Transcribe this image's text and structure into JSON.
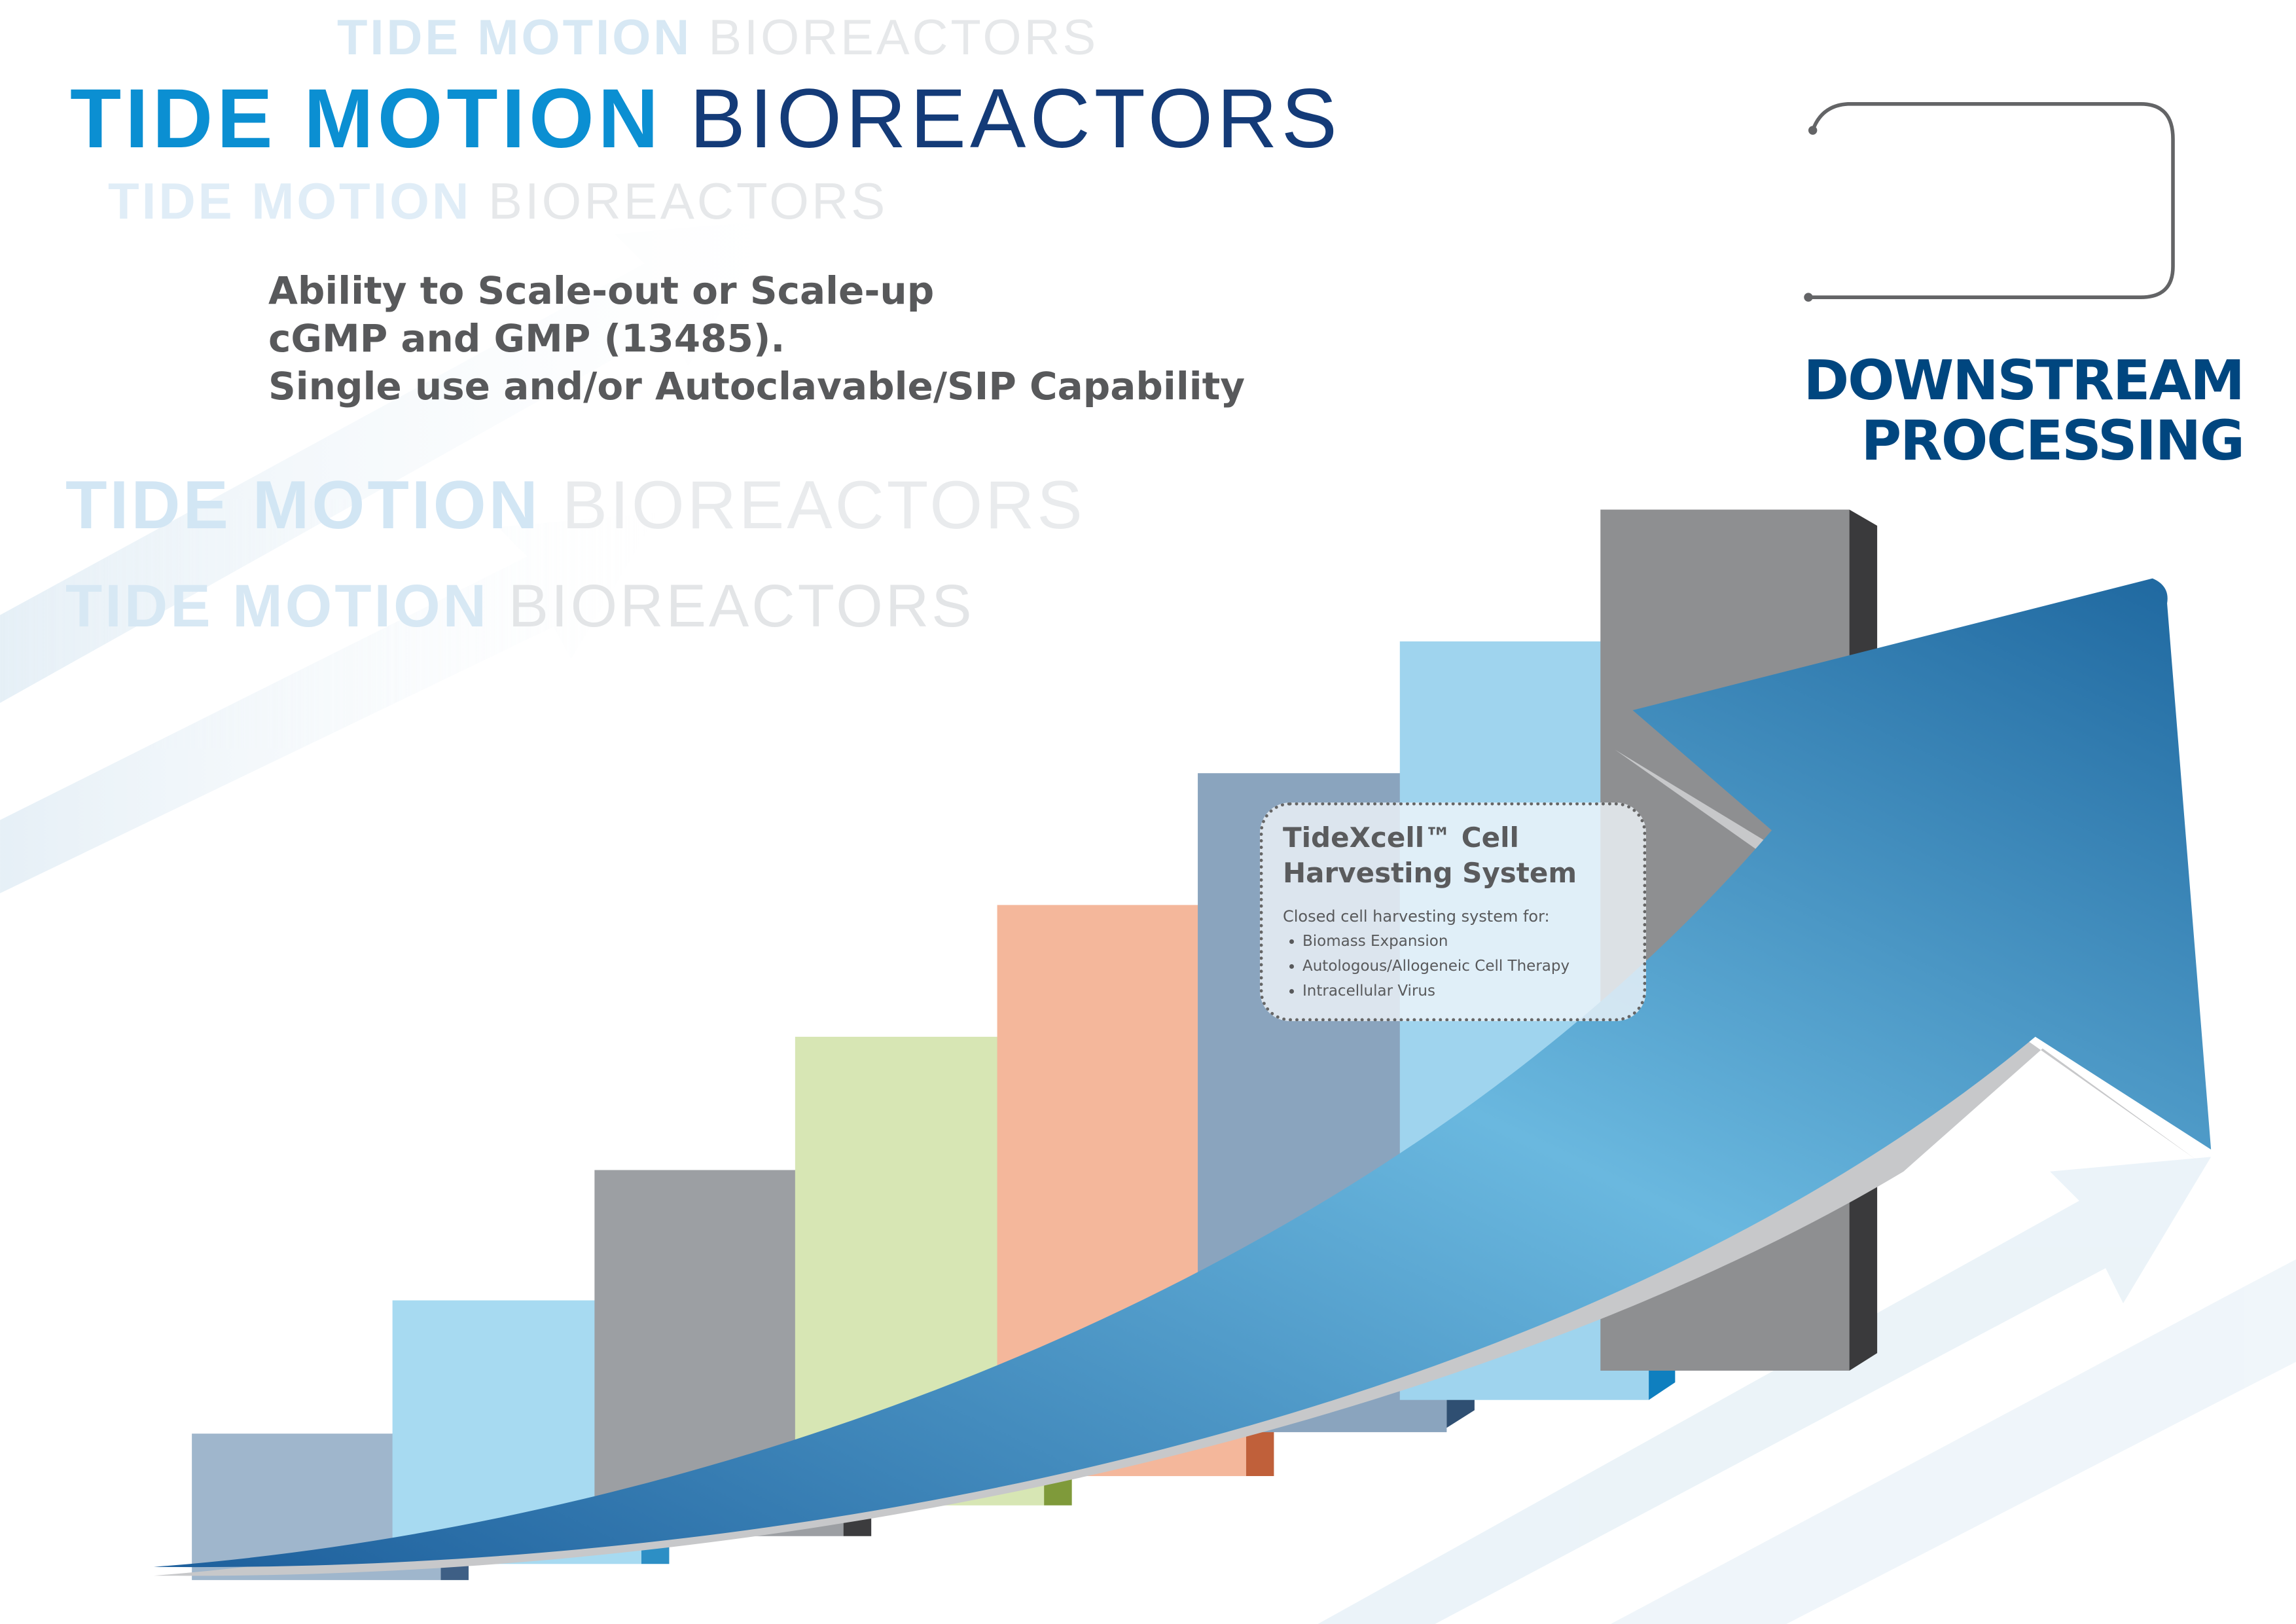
{
  "brand": {
    "bold": "TIDE MOTION",
    "light": "BIOREACTORS"
  },
  "features": [
    "Ability to Scale-out or Scale-up",
    "cGMP and GMP (13485).",
    "Single use and/or  Autoclavable/SIP Capability"
  ],
  "section_heading": {
    "line1": "DOWNSTREAM",
    "line2": "PROCESSING"
  },
  "callout": {
    "title_line1": "TideXcell™ Cell",
    "title_line2": "Harvesting System",
    "subtitle": "Closed cell harvesting system for:",
    "bullets": [
      "Biomass Expansion",
      "Autologous/Allogeneic Cell Therapy",
      "Intracellular Virus"
    ]
  },
  "colors": {
    "brand_blue": "#0b8fd2",
    "navy": "#143b78",
    "heading_navy": "#00467f",
    "text_gray": "#58595b"
  }
}
